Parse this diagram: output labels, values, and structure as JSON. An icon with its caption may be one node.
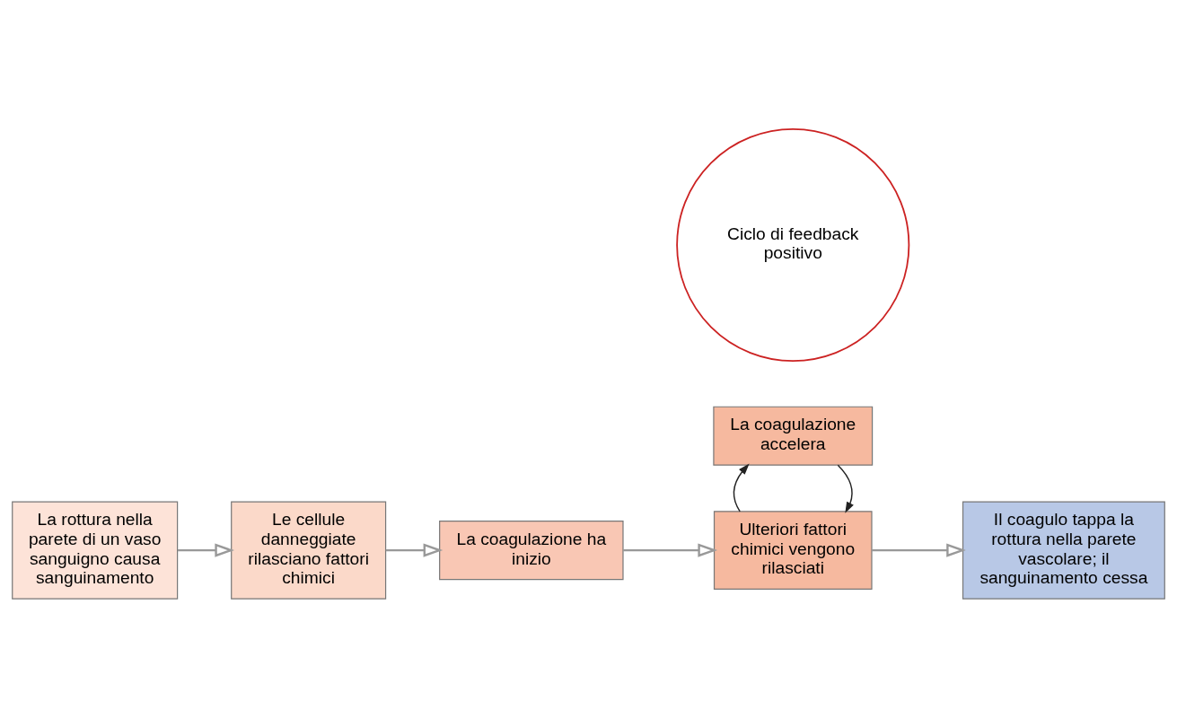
{
  "diagram": {
    "nodes": [
      {
        "text": [
          "La rottura nella parete di un vaso sanguigno causa sanguinamento"
        ]
      },
      {
        "text": [
          "Le cellule danneggiate rilasciano fattori chimici"
        ]
      },
      {
        "text": [
          "La coagulazione ha inizio"
        ]
      },
      {
        "text": [
          "La coagulazione accelera"
        ]
      },
      {
        "text": [
          "Ciclo di feedback positivo"
        ]
      },
      {
        "text": [
          "Ulteriori fattori chimici vengono rilasciati"
        ]
      },
      {
        "text": [
          "Il coagulo tappa la rottura nella parete vascolare; il sanguinamento cessa"
        ]
      }
    ],
    "edges": [
      {
        "from": 0,
        "to": 1,
        "arrow": "to"
      },
      {
        "from": 1,
        "to": 2,
        "arrow": "to"
      },
      {
        "from": 2,
        "to": 5,
        "arrow": "to"
      },
      {
        "from": 3,
        "to": 5,
        "arrow": "to",
        "color": "#222222"
      },
      {
        "from": 5,
        "to": 3,
        "arrow": "to",
        "color": "#222222"
      },
      {
        "from": 5,
        "to": 6,
        "arrow": "to"
      }
    ]
  }
}
